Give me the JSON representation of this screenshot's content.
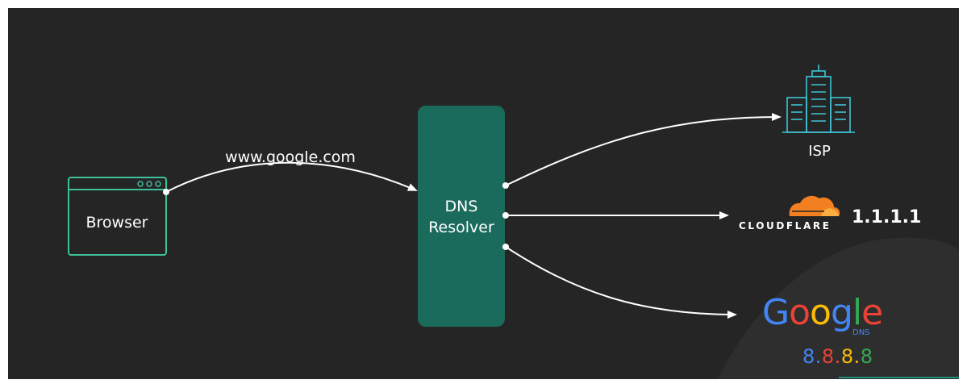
{
  "diagram": {
    "browser": {
      "label": "Browser"
    },
    "request": {
      "label": "www.google.com"
    },
    "resolver": {
      "line1": "DNS",
      "line2": "Resolver"
    },
    "isp": {
      "label": "ISP"
    },
    "cloudflare": {
      "wordmark": "CLOUDFLARE",
      "ip": "1.1.1.1"
    },
    "google": {
      "wordmark_letters": [
        {
          "ch": "G",
          "color": "#4285F4"
        },
        {
          "ch": "o",
          "color": "#EA4335"
        },
        {
          "ch": "o",
          "color": "#FBBC05"
        },
        {
          "ch": "g",
          "color": "#4285F4"
        },
        {
          "ch": "l",
          "color": "#34A853"
        },
        {
          "ch": "e",
          "color": "#EA4335"
        }
      ],
      "dns_tag": "DNS",
      "ip_parts": [
        {
          "text": "8",
          "color": "#4285F4"
        },
        {
          "text": ".",
          "color": "#4285F4"
        },
        {
          "text": "8",
          "color": "#EA4335"
        },
        {
          "text": ".",
          "color": "#EA4335"
        },
        {
          "text": "8",
          "color": "#FBBC05"
        },
        {
          "text": ".",
          "color": "#FBBC05"
        },
        {
          "text": "8",
          "color": "#34A853"
        }
      ]
    },
    "colors": {
      "background": "#252525",
      "resolver_fill": "#1a6b5c",
      "browser_stroke": "#3fbf9a",
      "isp_stroke": "#3ec5d6",
      "cloudflare_orange": "#f38020"
    }
  }
}
